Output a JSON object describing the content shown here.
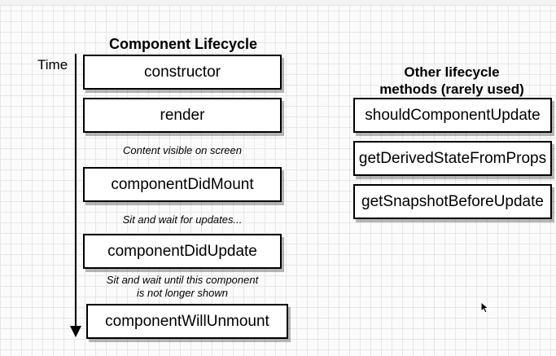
{
  "diagram": {
    "lifecycle_title": "Component Lifecycle",
    "time_label": "Time",
    "lifecycle_boxes": [
      {
        "label": "constructor"
      },
      {
        "label": "render"
      },
      {
        "label": "componentDidMount"
      },
      {
        "label": "componentDidUpdate"
      },
      {
        "label": "componentWillUnmount"
      }
    ],
    "notes": [
      {
        "text": "Content visible on screen"
      },
      {
        "text": "Sit and wait for updates..."
      },
      {
        "line1": "Sit and wait until this component",
        "line2": "is not longer shown"
      }
    ],
    "other_title_line1": "Other lifecycle",
    "other_title_line2": "methods (rarely used)",
    "other_boxes": [
      {
        "label": "shouldComponentUpdate"
      },
      {
        "label": "getDerivedStateFromProps"
      },
      {
        "label": "getSnapshotBeforeUpdate"
      }
    ]
  }
}
